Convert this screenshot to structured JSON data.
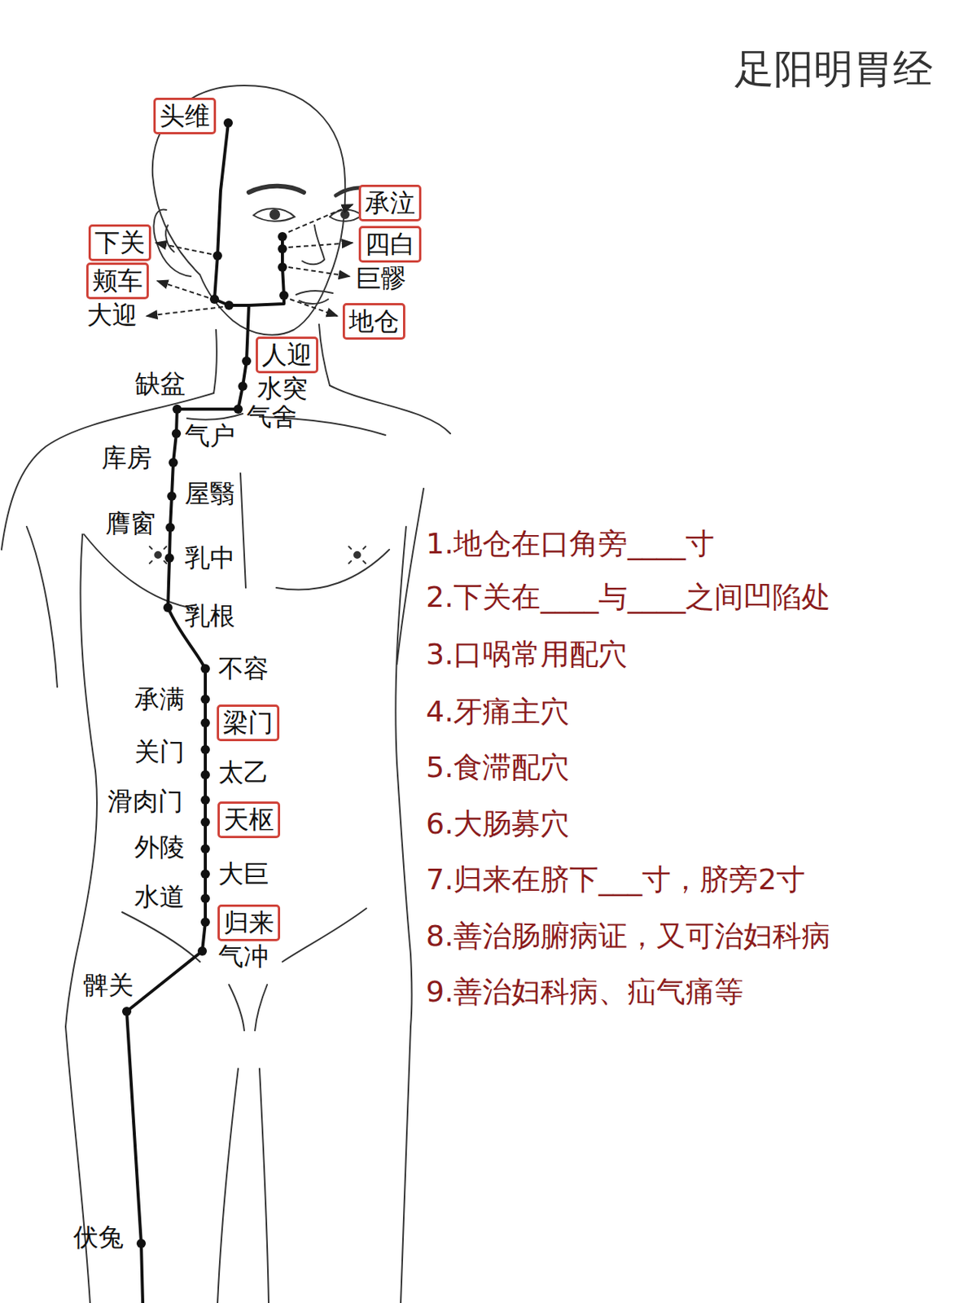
{
  "diagram": {
    "title": "足阳明胃经",
    "nodes": [
      {
        "text": [
          "头维"
        ]
      },
      {
        "text": [
          "承泣"
        ]
      },
      {
        "text": [
          "四白"
        ]
      },
      {
        "text": [
          "下关"
        ]
      },
      {
        "text": [
          "颊车"
        ]
      },
      {
        "text": [
          "地仓"
        ]
      },
      {
        "text": [
          "人迎"
        ]
      },
      {
        "text": [
          "梁门"
        ]
      },
      {
        "text": [
          "天枢"
        ]
      },
      {
        "text": [
          "归来"
        ]
      }
    ],
    "labels": [
      "巨髎",
      "大迎",
      "缺盆",
      "水突",
      "气舍",
      "气户",
      "库房",
      "屋翳",
      "膺窗",
      "乳中",
      "乳根",
      "不容",
      "承满",
      "关门",
      "太乙",
      "滑肉门",
      "外陵",
      "大巨",
      "水道",
      "气冲",
      "髀关",
      "伏兔",
      "1.地仓在口角旁____寸",
      "2.下关在____与____之间凹陷处",
      "3.口㖞常用配穴",
      "4.牙痛主穴",
      "5.食滞配穴",
      "6.大肠募穴",
      "7.归来在脐下___寸，脐旁2寸",
      "8.善治肠腑病证，又可治妇科病",
      "9.善治妇科病、疝气痛等"
    ]
  }
}
